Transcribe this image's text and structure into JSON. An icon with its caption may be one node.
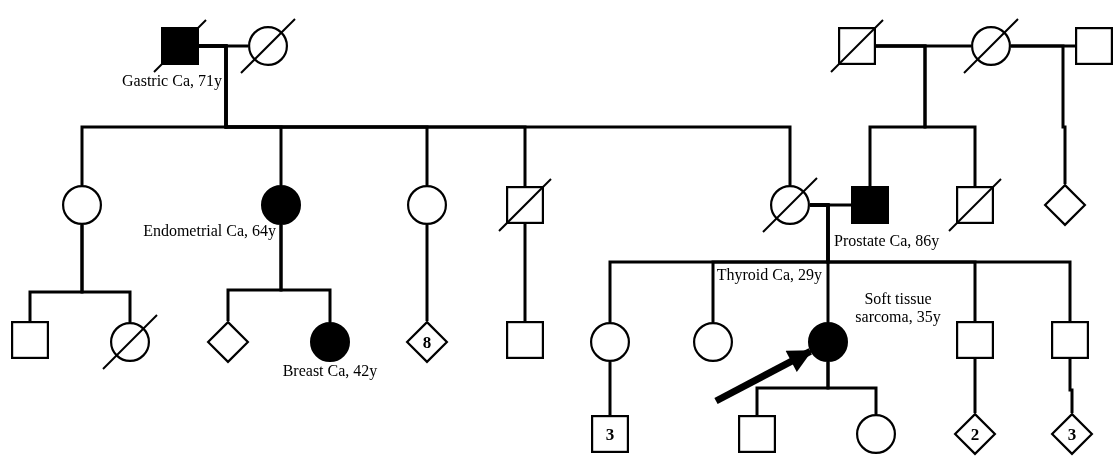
{
  "diagram": {
    "nodes": [
      {
        "text": [],
        "shape": "box",
        "beside": [
          "Gastric Ca, 71y"
        ]
      },
      {
        "text": [],
        "shape": "circle"
      },
      {
        "text": [],
        "shape": "box"
      },
      {
        "text": [],
        "shape": "circle"
      },
      {
        "text": [],
        "shape": "box"
      },
      {
        "text": [],
        "shape": "circle"
      },
      {
        "text": [],
        "shape": "circle",
        "beside": [
          "Endometrial Ca, 64y"
        ]
      },
      {
        "text": [],
        "shape": "circle"
      },
      {
        "text": [],
        "shape": "box"
      },
      {
        "text": [],
        "shape": "circle"
      },
      {
        "text": [],
        "shape": "box",
        "beside": [
          "Prostate Ca, 86y"
        ]
      },
      {
        "text": [],
        "shape": "box"
      },
      {
        "text": [],
        "shape": "diamond"
      },
      {
        "text": [],
        "shape": "box"
      },
      {
        "text": [],
        "shape": "circle"
      },
      {
        "text": [],
        "shape": "diamond"
      },
      {
        "text": [],
        "shape": "circle",
        "beside": [
          "Breast Ca, 42y"
        ]
      },
      {
        "text": [
          "8"
        ]
      },
      {
        "text": [],
        "shape": "box"
      },
      {
        "text": [],
        "shape": "circle"
      },
      {
        "text": [],
        "shape": "circle"
      },
      {
        "text": [],
        "shape": "circle",
        "beside": [
          "Thyroid Ca, 29y",
          "Soft tissue sarcoma, 35y"
        ]
      },
      {
        "text": [],
        "shape": "box"
      },
      {
        "text": [],
        "shape": "box"
      },
      {
        "text": [
          "3"
        ]
      },
      {
        "text": [],
        "shape": "box"
      },
      {
        "text": [],
        "shape": "circle"
      },
      {
        "text": [
          "2"
        ]
      },
      {
        "text": [
          "3"
        ]
      }
    ],
    "edges": [
      {
        "from": 0,
        "to": 1,
        "arrow": "none"
      },
      {
        "from": 0,
        "to": 5,
        "arrow": "none"
      },
      {
        "from": 0,
        "to": 6,
        "arrow": "none"
      },
      {
        "from": 0,
        "to": 7,
        "arrow": "none"
      },
      {
        "from": 0,
        "to": 8,
        "arrow": "none"
      },
      {
        "from": 0,
        "to": 9,
        "arrow": "none"
      },
      {
        "from": 2,
        "to": 3,
        "arrow": "none"
      },
      {
        "from": 3,
        "to": 4,
        "arrow": "none"
      },
      {
        "from": 2,
        "to": 10,
        "arrow": "none"
      },
      {
        "from": 2,
        "to": 11,
        "arrow": "none"
      },
      {
        "from": 3,
        "to": 12,
        "arrow": "none"
      },
      {
        "from": 9,
        "to": 10,
        "arrow": "none"
      },
      {
        "from": 9,
        "to": 19,
        "arrow": "none"
      },
      {
        "from": 9,
        "to": 20,
        "arrow": "none"
      },
      {
        "from": 9,
        "to": 21,
        "arrow": "none"
      },
      {
        "from": 9,
        "to": 22,
        "arrow": "none"
      },
      {
        "from": 9,
        "to": 23,
        "arrow": "none"
      },
      {
        "from": 5,
        "to": 13,
        "arrow": "none"
      },
      {
        "from": 5,
        "to": 14,
        "arrow": "none"
      },
      {
        "from": 6,
        "to": 15,
        "arrow": "none"
      },
      {
        "from": 6,
        "to": 16,
        "arrow": "none"
      },
      {
        "from": 7,
        "to": 17,
        "arrow": "none"
      },
      {
        "from": 8,
        "to": 18,
        "arrow": "none"
      },
      {
        "from": 19,
        "to": 24,
        "arrow": "none"
      },
      {
        "from": 21,
        "to": 25,
        "arrow": "none"
      },
      {
        "from": 21,
        "to": 26,
        "arrow": "none"
      },
      {
        "from": 22,
        "to": 27,
        "arrow": "none"
      },
      {
        "from": 23,
        "to": 28,
        "arrow": "none"
      },
      {
        "from": null,
        "to": 21,
        "arrow": "to",
        "style": "thick"
      }
    ]
  }
}
